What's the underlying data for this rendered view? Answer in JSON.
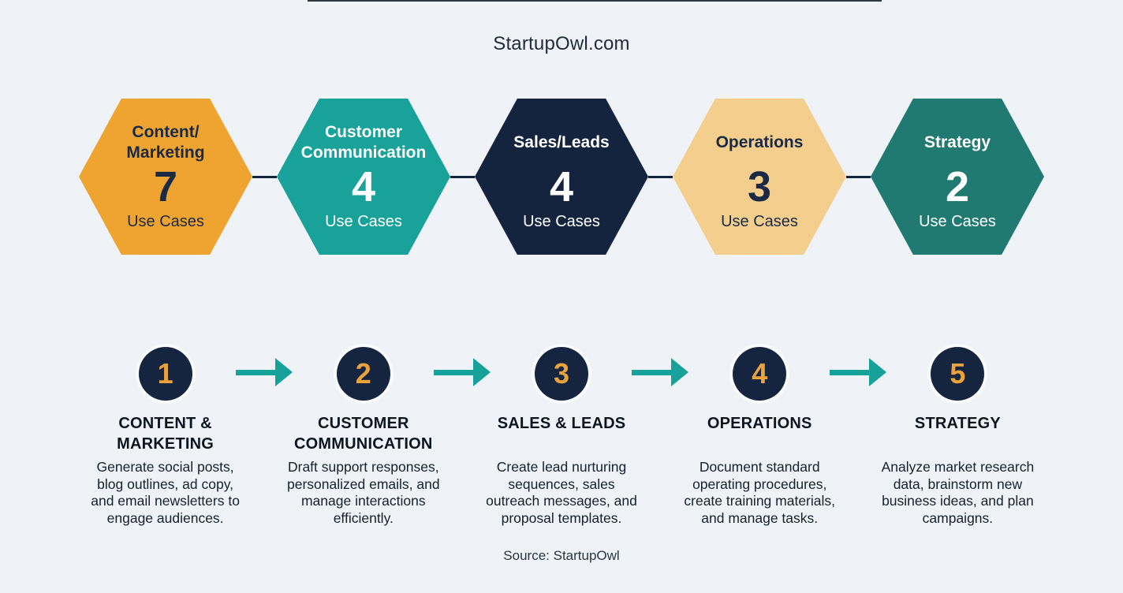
{
  "page": {
    "title": "StartupOwl.com",
    "source": "Source: StartupOwl",
    "background_color": "#EFF3F7"
  },
  "hexagons": {
    "use_cases_label": "Use Cases",
    "connector_color": "#16253F",
    "items": [
      {
        "name": "Content/\nMarketing",
        "count": "7",
        "color": "#EFA431",
        "text_color": "#1B2A44"
      },
      {
        "name": "Customer\nCommunication",
        "count": "4",
        "color": "#18A29A",
        "text_color": "#FFFFFF"
      },
      {
        "name": "Sales/Leads",
        "count": "4",
        "color": "#15243E",
        "text_color": "#FFFFFF"
      },
      {
        "name": "Operations",
        "count": "3",
        "color": "#F4CE8D",
        "text_color": "#1B2A44"
      },
      {
        "name": "Strategy",
        "count": "2",
        "color": "#217A72",
        "text_color": "#FFFFFF"
      }
    ]
  },
  "steps": {
    "arrow_color": "#16A29A",
    "circle_color": "#16253F",
    "number_color": "#E9A23C",
    "items": [
      {
        "number": "1",
        "title": "CONTENT &\nMARKETING",
        "description": "Generate social posts,\nblog outlines, ad copy,\nand email newsletters to\nengage audiences."
      },
      {
        "number": "2",
        "title": "CUSTOMER\nCOMMUNICATION",
        "description": "Draft support responses,\npersonalized emails, and\nmanage interactions\nefficiently."
      },
      {
        "number": "3",
        "title": "SALES & LEADS",
        "description": "Create lead nurturing\nsequences, sales\noutreach messages, and\nproposal templates."
      },
      {
        "number": "4",
        "title": "OPERATIONS",
        "description": "Document standard\noperating procedures,\ncreate training materials,\nand manage tasks."
      },
      {
        "number": "5",
        "title": "STRATEGY",
        "description": "Analyze market research\ndata, brainstorm new\nbusiness ideas, and plan\ncampaigns."
      }
    ]
  }
}
